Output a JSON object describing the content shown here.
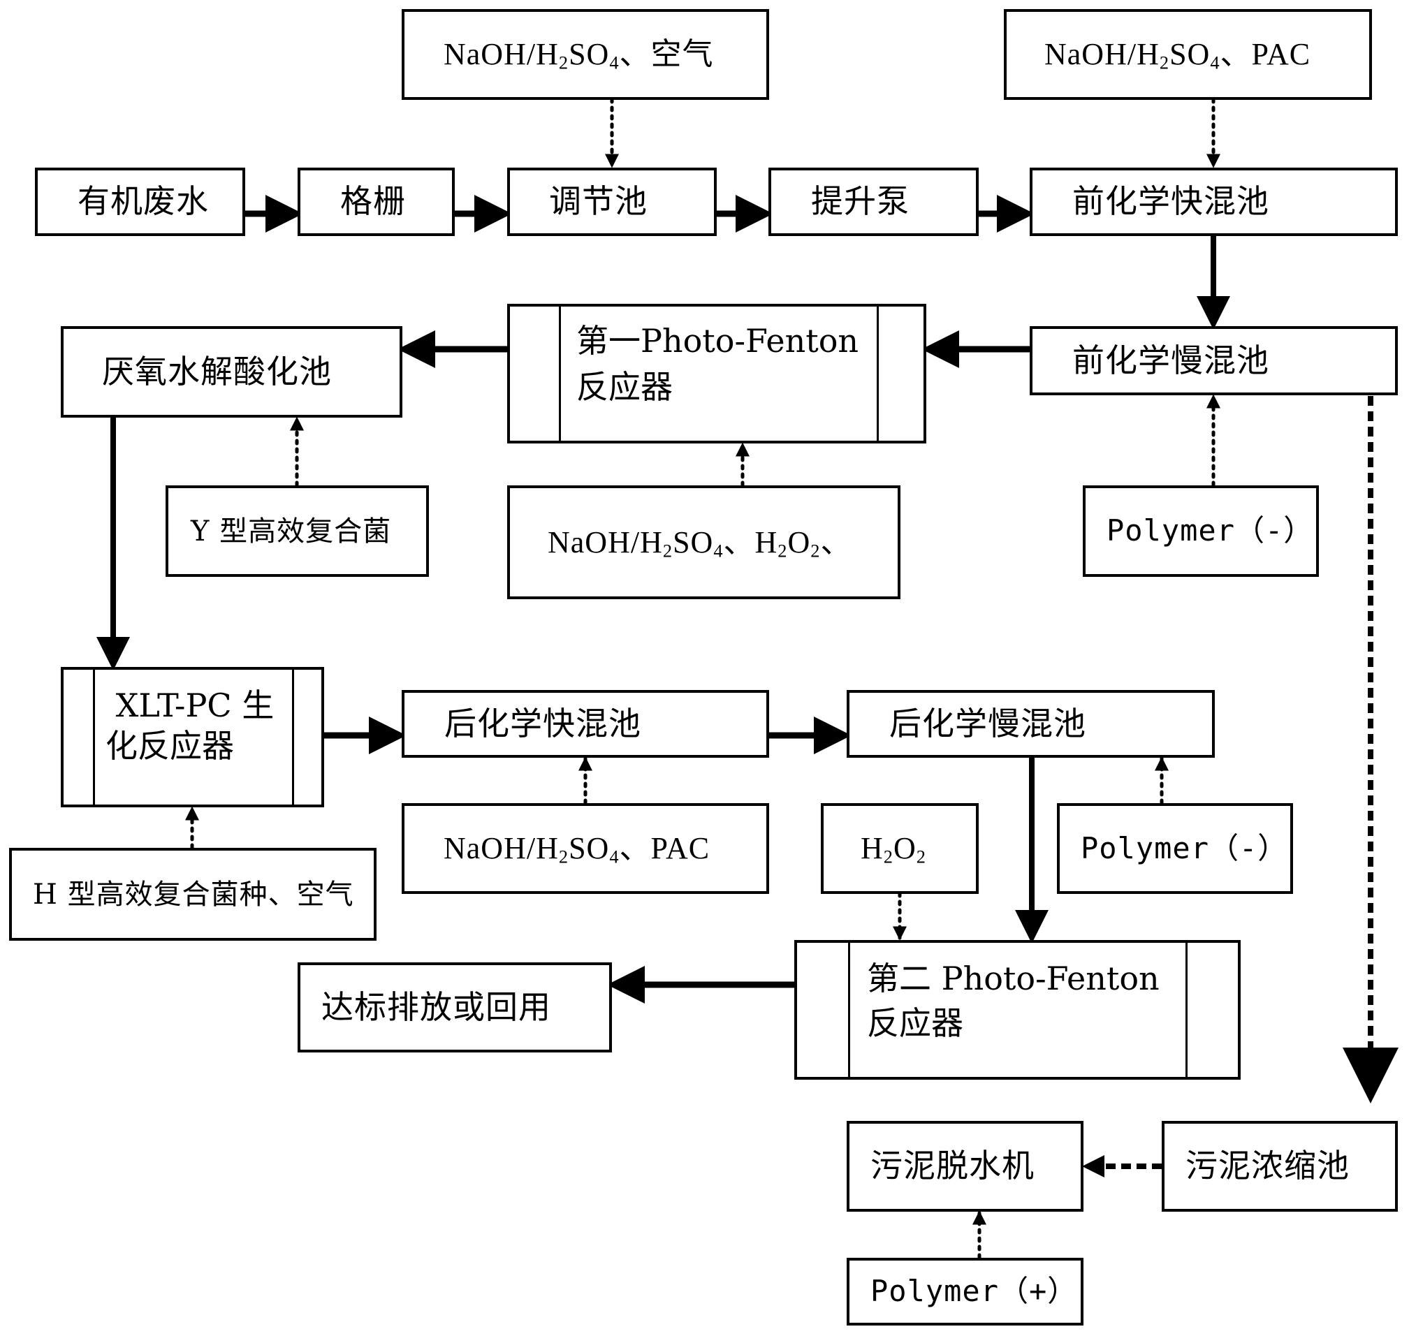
{
  "diagram": {
    "title": "Organic wastewater treatment process flow",
    "colors": {
      "stroke": "#000000",
      "background": "#ffffff"
    },
    "nodes": {
      "raw_wastewater": {
        "label": "有机废水"
      },
      "screen": {
        "label": "格栅"
      },
      "equalization_tank": {
        "label": "调节池"
      },
      "lift_pump": {
        "label": "提升泵"
      },
      "pre_rapid_mix": {
        "label": "前化学快混池"
      },
      "pre_slow_mix": {
        "label": "前化学慢混池"
      },
      "photo_fenton_1": {
        "line1": "第一Photo-Fenton",
        "line2": "反应器"
      },
      "anaerobic_hydrolysis": {
        "label": "厌氧水解酸化池"
      },
      "xlt_pc": {
        "line1": " XLT-PC 生",
        "line2": "化反应器"
      },
      "post_rapid_mix": {
        "label": "后化学快混池"
      },
      "post_slow_mix": {
        "label": "后化学慢混池"
      },
      "photo_fenton_2": {
        "line1": "第二 Photo-Fenton",
        "line2": "反应器"
      },
      "discharge": {
        "label": "达标排放或回用"
      },
      "sludge_thickener": {
        "label": "污泥浓缩池"
      },
      "sludge_dewatering": {
        "label": "污泥脱水机"
      }
    },
    "dosing": {
      "eq_dose": {
        "parts": [
          [
            "NaOH/H",
            "2",
            "SO",
            "4",
            "、空气"
          ]
        ]
      },
      "pre_rapid_dose": {
        "parts": [
          [
            "NaOH/H",
            "2",
            "SO",
            "4",
            "、PAC"
          ]
        ]
      },
      "pf1_dose": {
        "parts": [
          [
            "NaOH/H",
            "2",
            "SO",
            "4",
            "、H",
            "2",
            "O",
            "2",
            "、"
          ]
        ]
      },
      "pre_slow_dose": {
        "label": "Polymer（-）"
      },
      "anaerobic_dose": {
        "label": "Y 型高效复合菌"
      },
      "xlt_dose": {
        "label": "H 型高效复合菌种、空气"
      },
      "post_rapid_dose": {
        "parts": [
          [
            "NaOH/H",
            "2",
            "SO",
            "4",
            "、PAC"
          ]
        ]
      },
      "pf2_dose": {
        "parts": [
          [
            "H",
            "2",
            "O",
            "2"
          ]
        ]
      },
      "post_slow_dose": {
        "label": "Polymer（-）"
      },
      "dewatering_dose": {
        "label": "Polymer（+）"
      }
    },
    "flows": [
      {
        "from": "raw_wastewater",
        "to": "screen",
        "type": "main"
      },
      {
        "from": "screen",
        "to": "equalization_tank",
        "type": "main"
      },
      {
        "from": "equalization_tank",
        "to": "lift_pump",
        "type": "main"
      },
      {
        "from": "lift_pump",
        "to": "pre_rapid_mix",
        "type": "main"
      },
      {
        "from": "pre_rapid_mix",
        "to": "pre_slow_mix",
        "type": "main"
      },
      {
        "from": "pre_slow_mix",
        "to": "photo_fenton_1",
        "type": "main"
      },
      {
        "from": "photo_fenton_1",
        "to": "anaerobic_hydrolysis",
        "type": "main"
      },
      {
        "from": "anaerobic_hydrolysis",
        "to": "xlt_pc",
        "type": "main"
      },
      {
        "from": "xlt_pc",
        "to": "post_rapid_mix",
        "type": "main"
      },
      {
        "from": "post_rapid_mix",
        "to": "post_slow_mix",
        "type": "main"
      },
      {
        "from": "post_slow_mix",
        "to": "photo_fenton_2",
        "type": "main"
      },
      {
        "from": "photo_fenton_2",
        "to": "discharge",
        "type": "main"
      },
      {
        "from": "pre_slow_mix",
        "to": "sludge_thickener",
        "type": "sludge"
      },
      {
        "from": "sludge_thickener",
        "to": "sludge_dewatering",
        "type": "sludge"
      }
    ]
  }
}
